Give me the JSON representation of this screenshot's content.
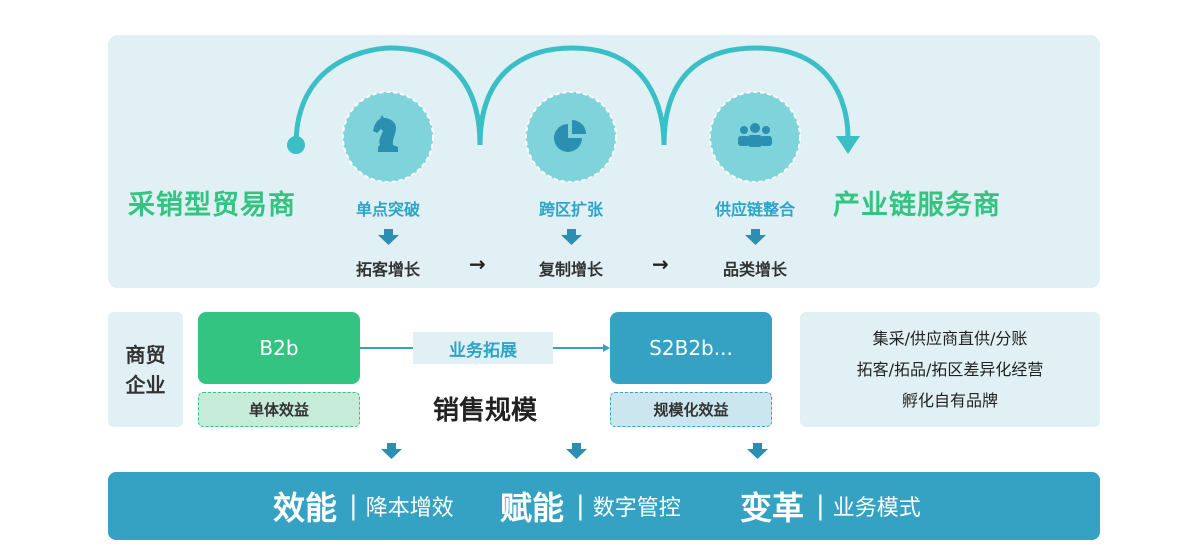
{
  "top": {
    "left_title": "采销型贸易商",
    "right_title": "产业链服务商",
    "stages": [
      {
        "label": "单点突破",
        "growth": "拓客增长",
        "icon": "chess-knight-icon"
      },
      {
        "label": "跨区扩张",
        "growth": "复制增长",
        "icon": "pie-chart-icon"
      },
      {
        "label": "供应链整合",
        "growth": "品类增长",
        "icon": "group-icon"
      }
    ],
    "arrow_glyph": "→"
  },
  "middle": {
    "side_label_line1": "商贸",
    "side_label_line2": "企业",
    "b2b": "B2b",
    "s2b": "S2B2b...",
    "expand": "业务拓展",
    "b2b_tag": "单体效益",
    "s2b_tag": "规模化效益",
    "scale": "销售规模",
    "services": [
      "集采/供应商直供/分账",
      "拓客/拓品/拓区差异化经营",
      "孵化自有品牌"
    ]
  },
  "bottom": {
    "items": [
      {
        "key": "效能",
        "sep": "|",
        "value": "降本增效"
      },
      {
        "key": "赋能",
        "sep": "|",
        "value": "数字管控"
      },
      {
        "key": "变革",
        "sep": "|",
        "value": "业务模式"
      }
    ]
  },
  "colors": {
    "green": "#33c481",
    "teal": "#35a2c3",
    "arc": "#3bbfc6",
    "panel": "#e1f0f4"
  }
}
